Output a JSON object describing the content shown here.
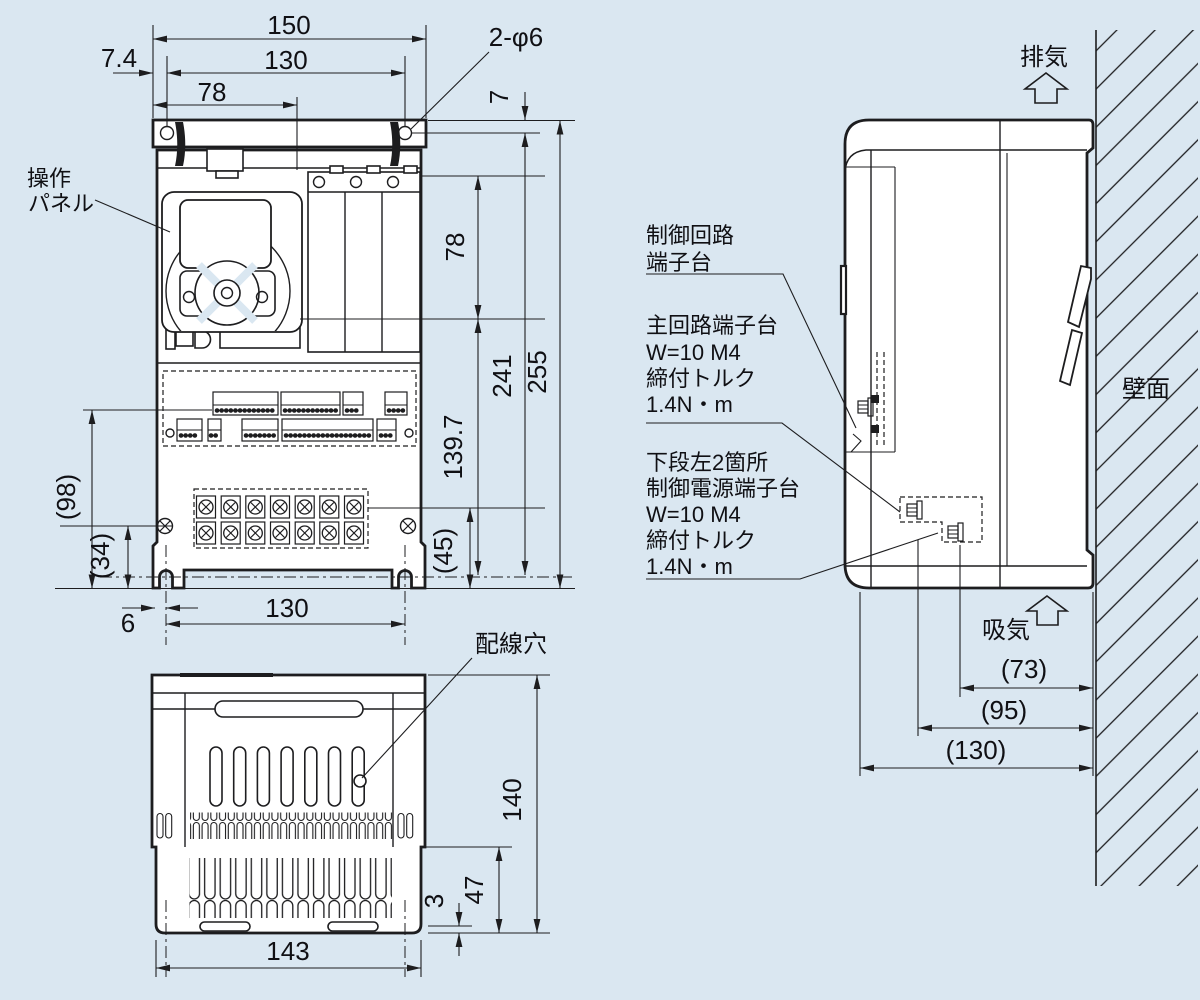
{
  "meta": {
    "background_color": "#dae7f1",
    "line_color": "#1d1d1f",
    "drawing_type": "inverter outline dimension drawing"
  },
  "front": {
    "labels": {
      "panel1": "操作",
      "panel2": "パネル",
      "holes": "2-φ6"
    },
    "dims": {
      "w150": "150",
      "w130": "130",
      "w78": "78",
      "w74": "7.4",
      "h7": "7",
      "h78": "78",
      "h241": "241",
      "h255": "255",
      "h1397": "139.7",
      "h45": "(45)",
      "h98": "(98)",
      "h34": "(34)",
      "b6": "6",
      "b130": "130"
    }
  },
  "bottom": {
    "labels": {
      "wiring": "配線穴"
    },
    "dims": {
      "d140": "140",
      "d47": "47",
      "d3": "3",
      "w143": "143"
    }
  },
  "side": {
    "labels": {
      "exhaust": "排気",
      "intake": "吸気",
      "wall": "壁面",
      "control_circuit": [
        "制御回路",
        "端子台"
      ],
      "main_circuit": [
        "主回路端子台",
        "W=10 M4",
        "締付トルク",
        "1.4N・m"
      ],
      "control_power": [
        "下段左2箇所",
        "制御電源端子台",
        "W=10 M4",
        "締付トルク",
        "1.4N・m"
      ]
    },
    "dims": {
      "d73": "(73)",
      "d95": "(95)",
      "d130": "(130)"
    }
  }
}
